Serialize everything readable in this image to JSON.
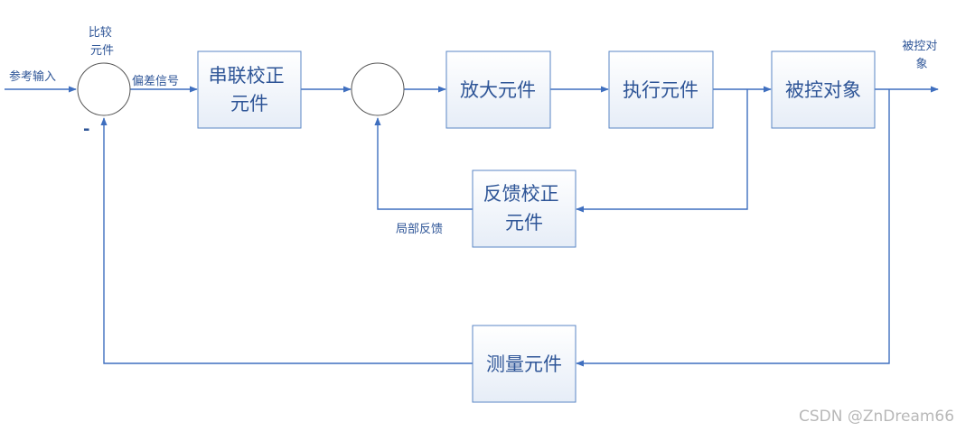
{
  "blocks": {
    "series_corrector": [
      "串联校正",
      "元件"
    ],
    "amplifier": [
      "放大元件"
    ],
    "actuator": [
      "执行元件"
    ],
    "plant": [
      "被控对象"
    ],
    "feedback_corrector": [
      "反馈校正",
      "元件"
    ],
    "measurement": [
      "测量元件"
    ]
  },
  "labels": {
    "comparator": [
      "比较",
      "元件"
    ],
    "reference_input": "参考输入",
    "error_signal": "偏差信号",
    "minus_sign": "-",
    "output": [
      "被控对",
      "象"
    ],
    "local_feedback": "局部反馈"
  },
  "watermark": "CSDN @ZnDream66",
  "colors": {
    "line": "#3f6fbf",
    "text": "#2e5597",
    "box_border": "#5a86c5",
    "box_fill_top": "#ffffff",
    "box_fill_bottom": "#e6edf7",
    "watermark": "#b8b8b8"
  }
}
